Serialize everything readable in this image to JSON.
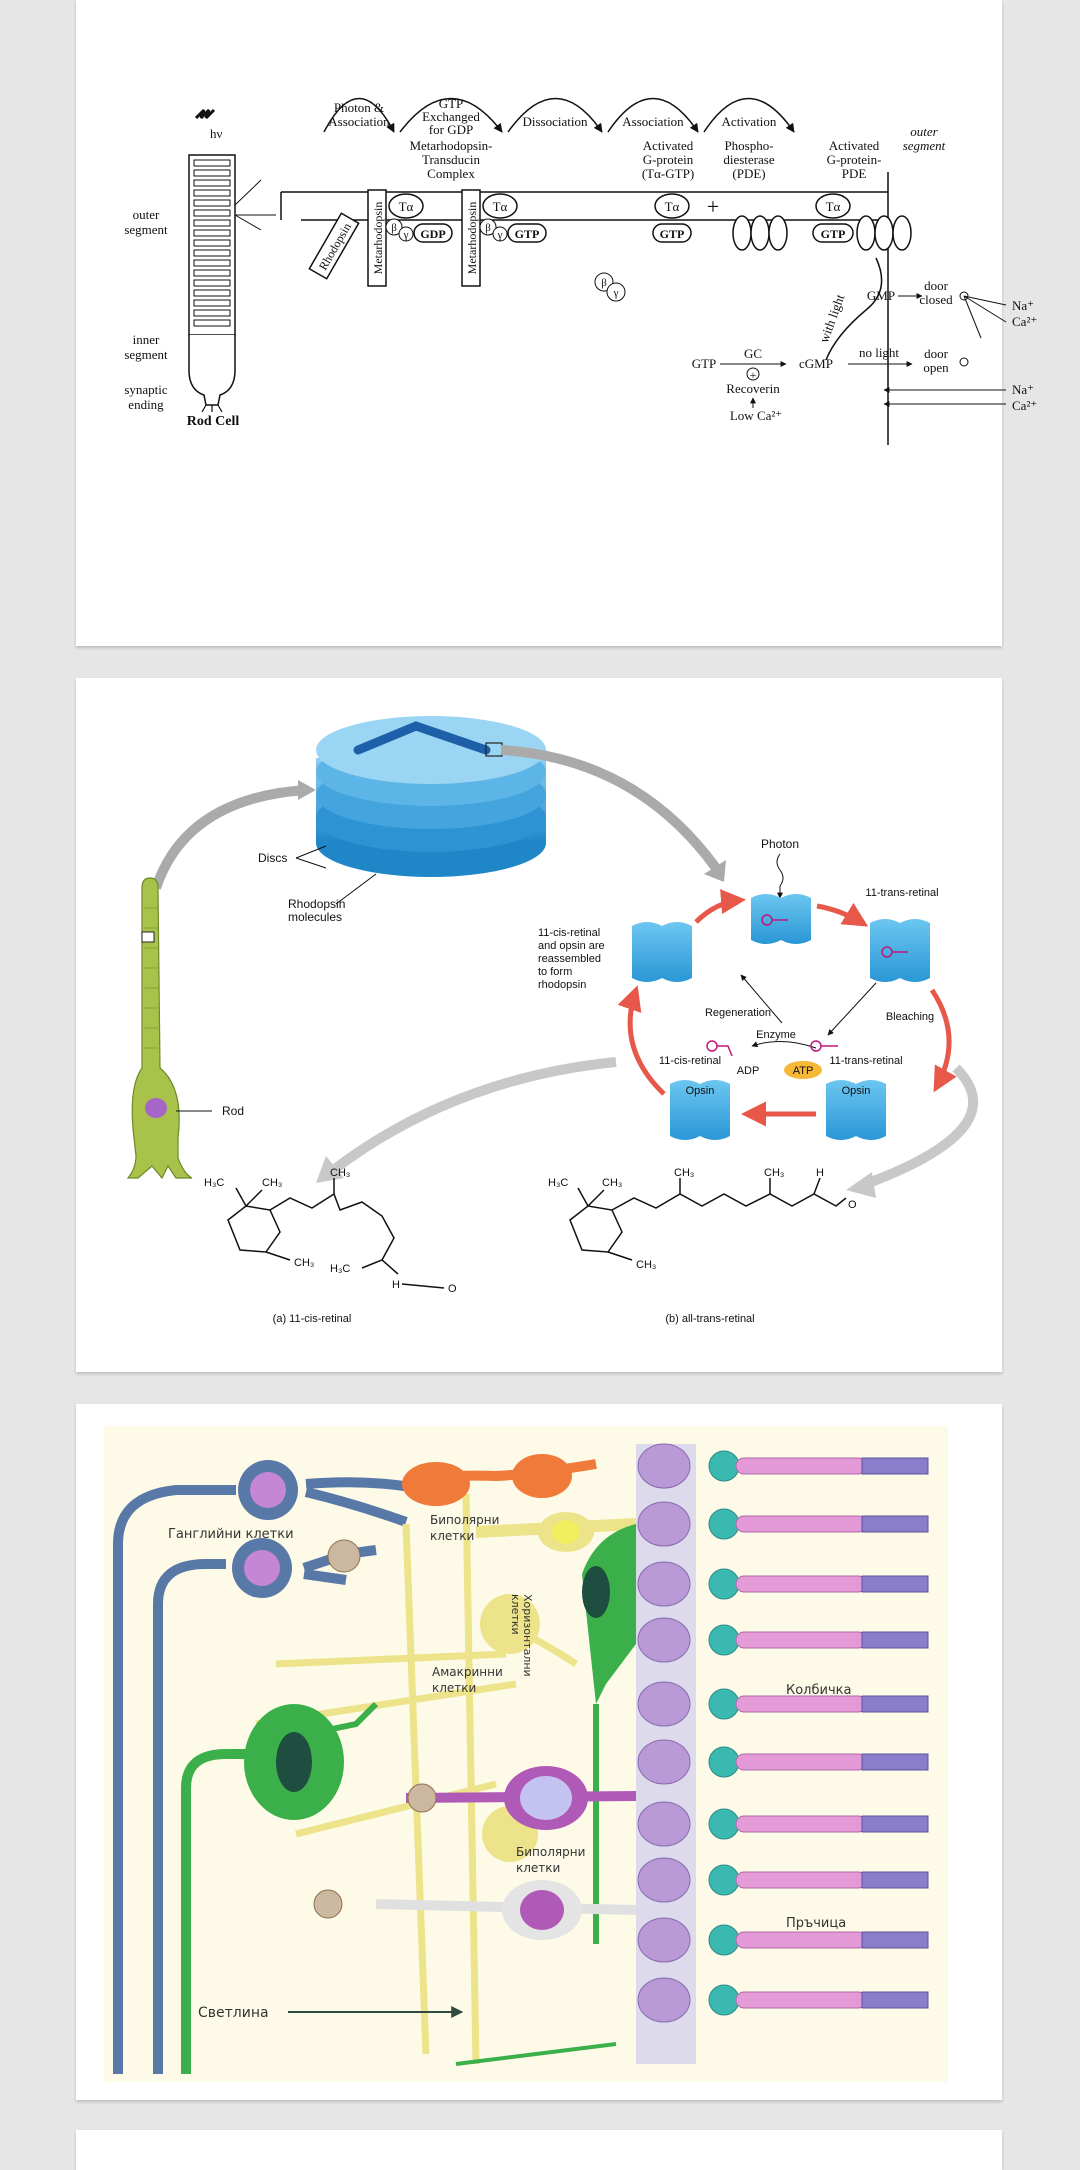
{
  "figure1": {
    "hv": "hν",
    "cell_labels": {
      "outer_segment_1": "outer",
      "outer_segment_2": "segment",
      "inner_segment_1": "inner",
      "inner_segment_2": "segment",
      "synaptic_1": "synaptic",
      "synaptic_2": "ending",
      "rod_cell": "Rod Cell"
    },
    "arcs": {
      "photon_1": "Photon &",
      "photon_2": "Association",
      "gtp_1": "GTP",
      "gtp_2": "Exchanged",
      "gtp_3": "for GDP",
      "dissociation": "Dissociation",
      "association": "Association",
      "activation": "Activation"
    },
    "headers": {
      "meta_1": "Metarhodopsin-",
      "meta_2": "Transducin",
      "meta_3": "Complex",
      "gprot_1": "Activated",
      "gprot_2": "G-protein",
      "gprot_3": "(Tα-GTP)",
      "pde_1": "Phospho-",
      "pde_2": "diesterase",
      "pde_3": "(PDE)",
      "agp_1": "Activated",
      "agp_2": "G-protein-",
      "agp_3": "PDE",
      "os_1": "outer",
      "os_2": "segment"
    },
    "molecules": {
      "rhodopsin": "Rhodopsin",
      "metarhodopsin": "Metarhodopsin",
      "ta": "Tα",
      "beta": "β",
      "gamma": "γ",
      "gdp": "GDP",
      "gtp": "GTP",
      "plus": "+"
    },
    "cascade": {
      "with_light": "with light",
      "gmp": "GMP",
      "door_closed_1": "door",
      "door_closed_2": "closed",
      "na": "Na⁺",
      "ca": "Ca²⁺",
      "gtp_left": "GTP",
      "gc": "GC",
      "cgmp": "cGMP",
      "no_light": "no light",
      "door_open_1": "door",
      "door_open_2": "open",
      "recoverin": "Recoverin",
      "low_ca": "Low Ca²⁺"
    }
  },
  "figure2": {
    "discs": "Discs",
    "rhodopsin_molecules_1": "Rhodopsin",
    "rhodopsin_molecules_2": "molecules",
    "rod": "Rod",
    "photon": "Photon",
    "trans_retinal_top": "11-trans-retinal",
    "reassembled": [
      "11-cis-retinal",
      "and opsin are",
      "reassembled",
      "to form",
      "rhodopsin"
    ],
    "regeneration": "Regeneration",
    "bleaching": "Bleaching",
    "enzyme": "Enzyme",
    "cis_retinal": "11-cis-retinal",
    "trans_retinal": "11-trans-retinal",
    "adp": "ADP",
    "atp": "ATP",
    "opsin": "Opsin",
    "caption_a": "(a) 11-cis-retinal",
    "caption_b": "(b) all-trans-retinal",
    "chem": {
      "h3c": "H₃C",
      "ch3": "CH₃",
      "h": "H",
      "o": "O"
    }
  },
  "figure3": {
    "ganglion": "Ганглийни клетки",
    "bipolar_top_1": "Биполярни",
    "bipolar_top_2": "клетки",
    "horizontal_1": "Хоризонтални",
    "horizontal_2": "клетки",
    "amacrine_1": "Амакринни",
    "amacrine_2": "клетки",
    "bipolar_bottom_1": "Биполярни",
    "bipolar_bottom_2": "клетки",
    "cone": "Колбичка",
    "rod": "Пръчица",
    "light": "Светлина"
  },
  "colors": {
    "background": "#e6e6e6",
    "card": "#ffffff",
    "disc_blue": "#3fa5de",
    "cycle_red": "#e8584a",
    "atp_yellow": "#f5b935",
    "rod_green": "#a9c24a",
    "retina_bg": "#fdfbe8"
  }
}
